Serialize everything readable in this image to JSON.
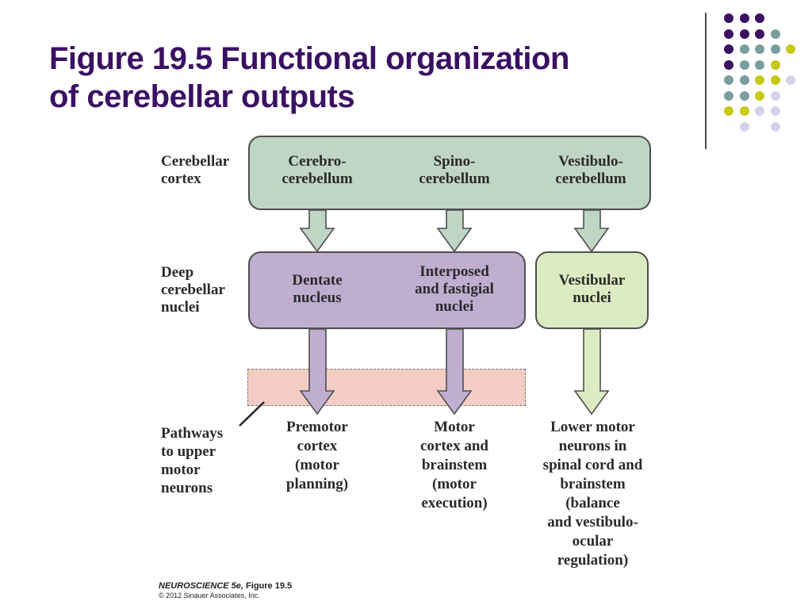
{
  "title": {
    "line1": "Figure 19.5  Functional organization",
    "line2": "of cerebellar outputs"
  },
  "colors": {
    "title": "#3b1163",
    "cortex_fill": "#bfd6c4",
    "deep_fill": "#bfaed0",
    "vestibular_fill": "#dcecc2",
    "pathway_band": "#f3cdc4",
    "dot_purple": "#3b1163",
    "dot_teal": "#7a9e9e",
    "dot_yellow": "#c8c81a",
    "dot_lavender": "#d3d3e8"
  },
  "decoration": {
    "dot_grid": [
      [
        "purple",
        "purple",
        "purple",
        null,
        null
      ],
      [
        "purple",
        "purple",
        "purple",
        "teal",
        null
      ],
      [
        "purple",
        "teal",
        "teal",
        "teal",
        "yellow"
      ],
      [
        "purple",
        "teal",
        "teal",
        "yellow",
        null
      ],
      [
        "teal",
        "teal",
        "yellow",
        "yellow",
        "lavender"
      ],
      [
        "teal",
        "teal",
        "yellow",
        "lavender",
        null
      ],
      [
        "yellow",
        "yellow",
        "lavender",
        "lavender",
        null
      ],
      [
        null,
        "lavender",
        null,
        "lavender",
        null
      ]
    ]
  },
  "diagram": {
    "row_labels": {
      "cortex": [
        "Cerebellar",
        "cortex"
      ],
      "deep": [
        "Deep",
        "cerebellar",
        "nuclei"
      ],
      "pathways": [
        "Pathways",
        "to upper",
        "motor",
        "neurons"
      ]
    },
    "cortex_columns": [
      [
        "Cerebro-",
        "cerebellum"
      ],
      [
        "Spino-",
        "cerebellum"
      ],
      [
        "Vestibulo-",
        "cerebellum"
      ]
    ],
    "deep_nuclei": {
      "dentate": [
        "Dentate",
        "nucleus"
      ],
      "interposed": [
        "Interposed",
        "and fastigial",
        "nuclei"
      ],
      "vestibular": [
        "Vestibular",
        "nuclei"
      ]
    },
    "outputs": [
      [
        "Premotor",
        "cortex",
        "(motor",
        "planning)"
      ],
      [
        "Motor",
        "cortex and",
        "brainstem",
        "(motor",
        "execution)"
      ],
      [
        "Lower motor",
        "neurons in",
        "spinal cord and",
        "brainstem",
        "(balance",
        "and vestibulo-",
        "ocular",
        "regulation)"
      ]
    ]
  },
  "credit": {
    "book_italic": "NEUROSCIENCE 5e,",
    "book_rest": " Figure 19.5",
    "copyright": "© 2012 Sinauer Associates, Inc."
  }
}
